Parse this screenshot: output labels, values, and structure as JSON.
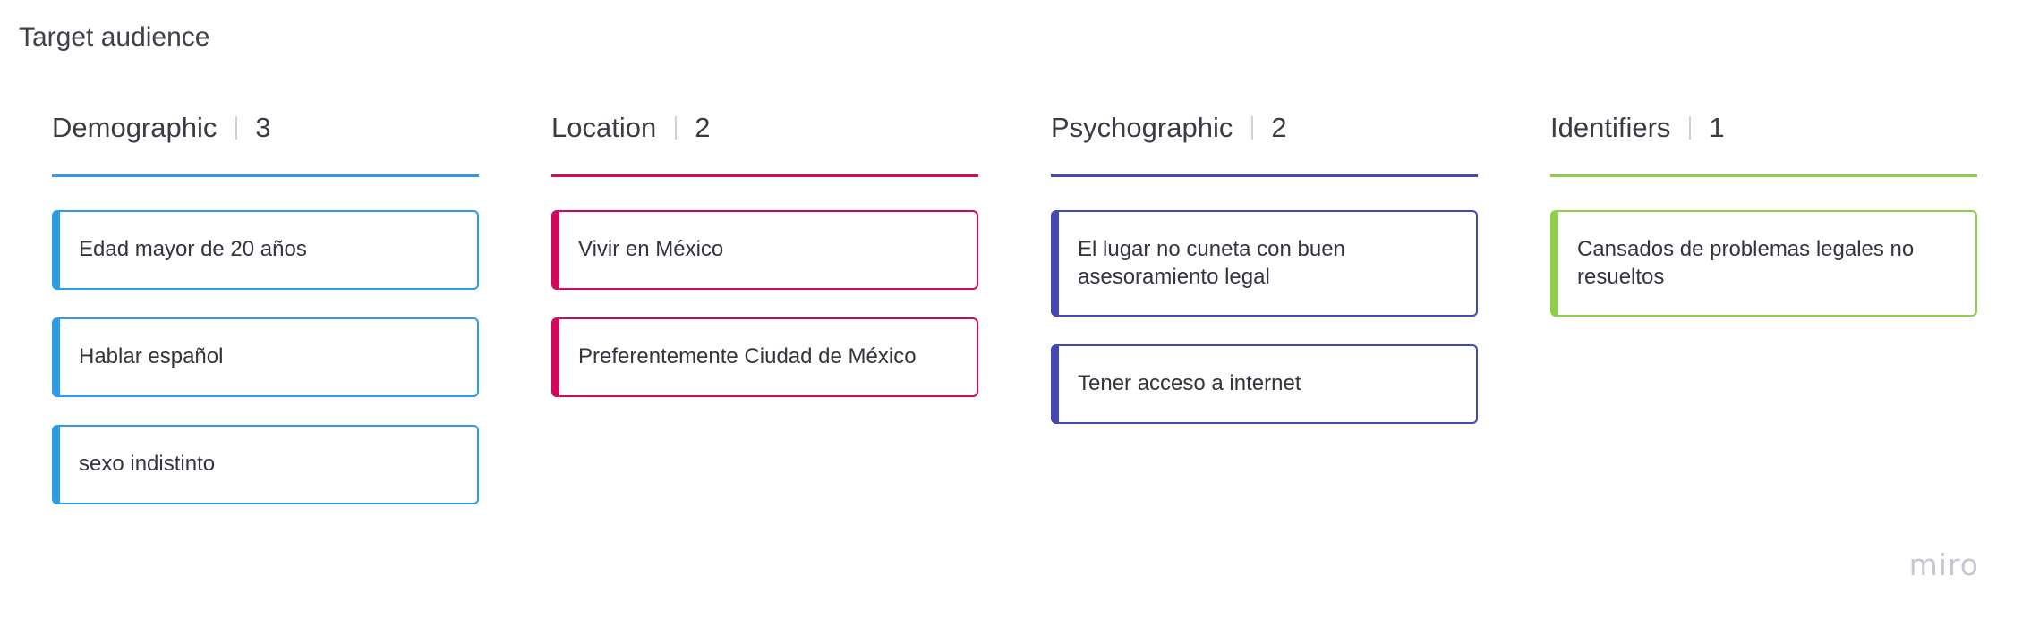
{
  "board": {
    "title": "Target audience"
  },
  "columns": [
    {
      "title": "Demographic",
      "count": "3",
      "color": "#2d9be6",
      "cards": [
        "Edad mayor de 20 años",
        "Hablar español",
        "sexo indistinto"
      ]
    },
    {
      "title": "Location",
      "count": "2",
      "color": "#d0095c",
      "cards": [
        "Vivir en México",
        "Preferentemente Ciudad de México"
      ]
    },
    {
      "title": "Psychographic",
      "count": "2",
      "color": "#4348b5",
      "cards": [
        "El lugar no cuneta con buen asesoramiento legal",
        "Tener acceso a internet"
      ]
    },
    {
      "title": "Identifiers",
      "count": "1",
      "color": "#8fce4a",
      "cards": [
        "Cansados de problemas legales no resueltos"
      ]
    }
  ],
  "watermark": "miro"
}
